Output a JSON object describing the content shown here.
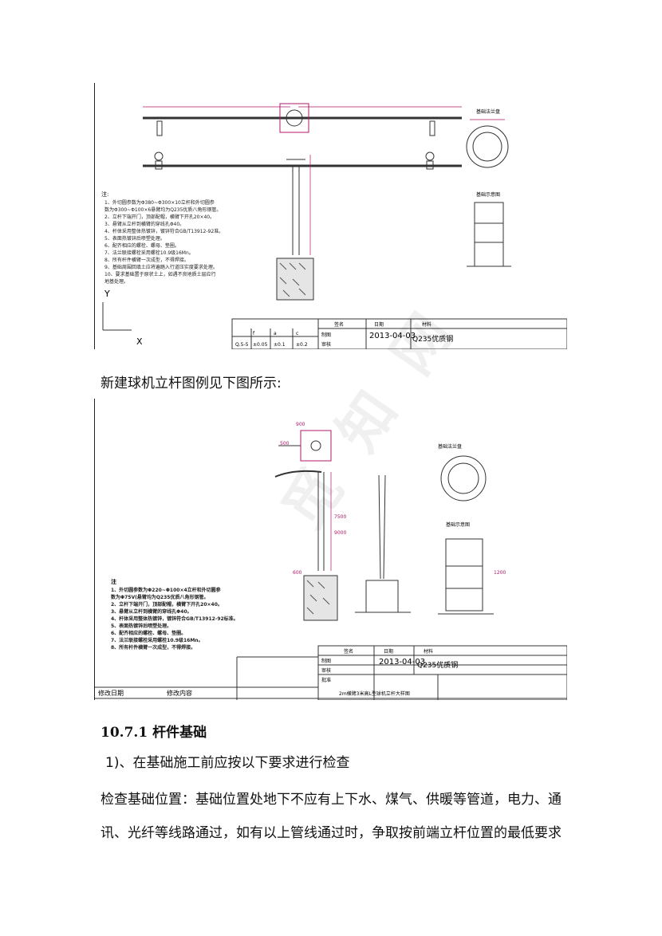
{
  "caption": "新建球机立杆图例见下图所示:",
  "heading": "10.7.1  杆件基础",
  "step1": "1)、在基础施工前应按以下要求进行检查",
  "para_line1": "检查基础位置：基础位置处地下不应有上下水、煤气、供暖等管道，电力、通",
  "para_line2": "讯、光纤等线路通过，如有以上管线通过时，争取按前端立杆位置的最低要求",
  "drawing1": {
    "notes_title": "注:",
    "notes": [
      "1、外切圆参数为Φ380~Φ300×10立杆和外切圆参",
      "   数为Φ300~Φ100×6悬臂均为Q235优质八角形钢管。",
      "2、立杆下端开门，顶部配帽，横臂下开孔20×40。",
      "3、悬臂从立杆到横臂的穿线孔Φ40。",
      "4、杆体采用整体热镀锌，镀锌符合GB/T13912-92准。",
      "5、表面热镀锌后喷塑处理。",
      "6、配齐相应的螺栓、螺母、垫圈。",
      "7、法兰联接螺栓采用螺栓10.9级16Mn。",
      "8、所有杆件横臂一次成型，不得焊接。",
      "9、基础周围回填土应将遍踏入行道压实度要求处理。",
      "10、要求基础置于原状土上，如遇不良地质土层应行",
      "   地基处理。"
    ],
    "date": "2013-04-03",
    "material": "Q235优质钢",
    "design_label": "制图",
    "review_label": "审核",
    "sign_label": "签名",
    "date_label": "日期",
    "material_label": "材料",
    "section_top": "基础法兰盘",
    "section_bottom": "基础示意图",
    "axis_y": "Y",
    "axis_x": "X",
    "table_cells": [
      "f",
      "a",
      "c",
      "Q.5-5",
      "±0.05",
      "±0.1",
      "±0.2"
    ]
  },
  "drawing2": {
    "notes_title": "注",
    "notes": [
      "1、外切圆参数为Φ220~Φ100×4立杆和外切圆参",
      "   数为Φ75V(悬臂均为Q235优质八角形钢管。",
      "2、立杆下端开门，顶部配帽，横臂下开孔20×40。",
      "3、悬臂从立杆到横臂的穿线孔Φ40。",
      "4、杆体采用整体热镀锌，镀锌符合GB/T13912-92标准。",
      "5、表面热镀锌后喷塑处理。",
      "6、配齐相应的螺栓、螺母、垫圈。",
      "7、法兰联接螺栓采用螺栓10.9级16Mn。",
      "8、所有杆件横臂一次成型，不得焊接。"
    ],
    "date": "2013-04-03",
    "material": "Q235优质钢",
    "design_label": "制图",
    "review_label": "审核",
    "approve_label": "批准",
    "sign_label": "签名",
    "date_label": "日期",
    "material_label": "材料",
    "revision_date": "修改日期",
    "revision_content": "修改内容",
    "title_block": "2m横臂3米高L型球机立杆大样图",
    "section_top": "基础法兰盘",
    "section_bottom": "基础示意图",
    "dims": [
      "900",
      "9000",
      "7500",
      "1200",
      "500",
      "600"
    ]
  },
  "watermark_text": "觅 知 网"
}
